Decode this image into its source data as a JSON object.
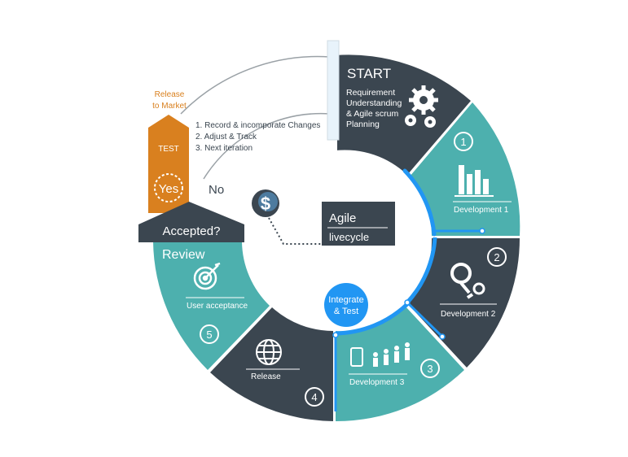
{
  "start": {
    "title": "START",
    "lines": [
      "Requirement",
      "Understanding",
      "& Agile scrum",
      "Planning"
    ]
  },
  "release_to_market": [
    "Release",
    "to Market"
  ],
  "test_label": "TEST",
  "yes_label": "Yes",
  "no_label": "No",
  "accepted_label": "Accepted?",
  "notes": [
    "1. Record & incomporate Changes",
    "2. Adjust & Track",
    "3. Next iteration"
  ],
  "center": {
    "line1": "Agile",
    "line2": "livecycle"
  },
  "integrate": {
    "line1": "Integrate",
    "line2": "& Test"
  },
  "segments": {
    "dev1": {
      "label": "Development 1",
      "number": "1"
    },
    "dev2": {
      "label": "Development 2",
      "number": "2"
    },
    "dev3": {
      "label": "Development 3",
      "number": "3"
    },
    "release": {
      "label": "Release",
      "number": "4"
    },
    "review": {
      "title": "Review",
      "label": "User acceptance",
      "number": "5"
    }
  },
  "colors": {
    "teal": "#4db0ae",
    "dark": "#3b4650",
    "orange": "#d9801f",
    "blue": "#2196f3",
    "line": "#8a9298"
  },
  "icons": {
    "start": "gears-icon",
    "dev1": "bar-chart-icon",
    "dev2": "magnifier-icon",
    "dev3": "people-icon",
    "release": "globe-icon",
    "review": "target-icon",
    "center": "dollar-icon"
  }
}
